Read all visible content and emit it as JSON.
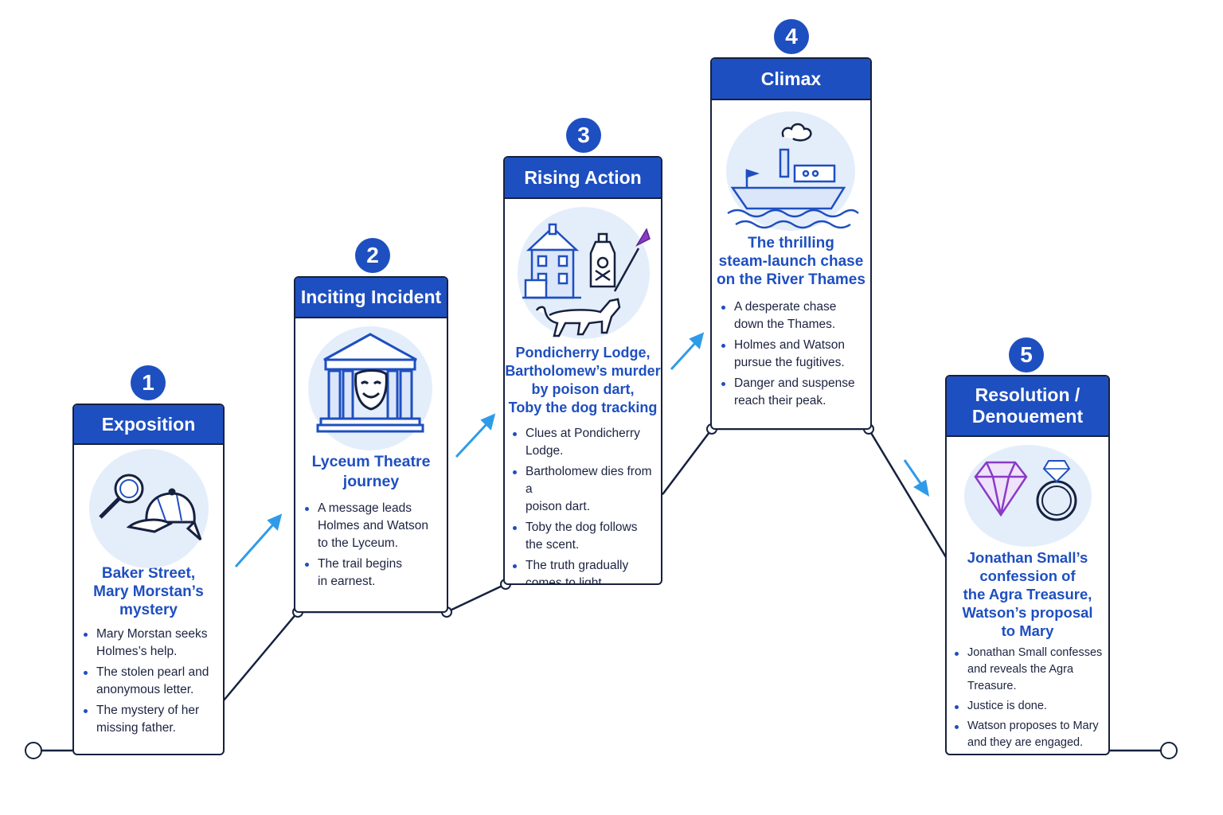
{
  "stages": [
    {
      "number": "1",
      "title": "Exposition",
      "subtitle": "Baker Street,\nMary Morstan’s\nmystery",
      "icons": [
        "magnifying-glass-icon",
        "deerstalker-hat-icon"
      ],
      "bullets": [
        "Mary Morstan seeks\nHolmes’s help.",
        "The stolen pearl and\nanonymous letter.",
        "The mystery of her\nmissing father."
      ]
    },
    {
      "number": "2",
      "title": "Inciting Incident",
      "subtitle": "Lyceum Theatre\njourney",
      "icons": [
        "theatre-building-icon",
        "theatre-mask-icon"
      ],
      "bullets": [
        "A message leads\nHolmes and Watson\nto the Lyceum.",
        "The trail begins\nin earnest."
      ]
    },
    {
      "number": "3",
      "title": "Rising Action",
      "subtitle": "Pondicherry Lodge,\nBartholomew’s murder\nby poison dart,\nToby the dog tracking",
      "icons": [
        "house-icon",
        "poison-bottle-icon",
        "dart-icon",
        "dog-icon"
      ],
      "bullets": [
        "Clues at Pondicherry Lodge.",
        "Bartholomew dies from a\npoison dart.",
        "Toby the dog follows\nthe scent.",
        "The truth gradually\ncomes to light."
      ]
    },
    {
      "number": "4",
      "title": "Climax",
      "subtitle": "The thrilling\nsteam-launch chase\non the River Thames",
      "icons": [
        "steam-launch-icon",
        "waves-icon"
      ],
      "bullets": [
        "A desperate chase\ndown the Thames.",
        "Holmes and Watson\npursue the fugitives.",
        "Danger and suspense\nreach their peak."
      ]
    },
    {
      "number": "5",
      "title": "Resolution /\nDenouement",
      "subtitle": "Jonathan Small’s\nconfession of\nthe Agra Treasure,\nWatson’s proposal\nto Mary",
      "icons": [
        "diamond-icon",
        "ring-icon"
      ],
      "bullets": [
        "Jonathan Small confesses\nand reveals the Agra\nTreasure.",
        "Justice is done.",
        "Watson proposes to Mary\nand they are engaged."
      ]
    }
  ],
  "colors": {
    "accent": "#1e4fc0",
    "arrow": "#2f9be8",
    "line": "#16213f",
    "iconBg": "#e4eefb",
    "gem": "#8a3bc6"
  }
}
